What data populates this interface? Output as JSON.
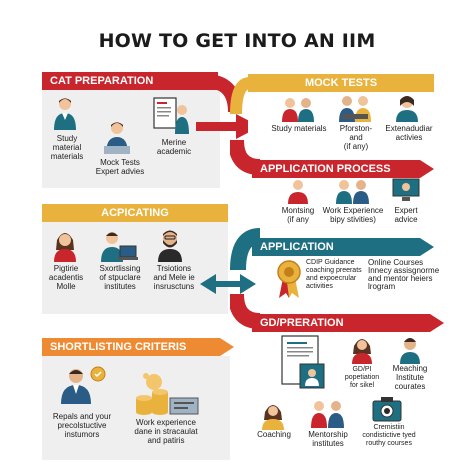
{
  "title": "HOW TO GET INTO AN IIM",
  "colors": {
    "red": "#c8262c",
    "teal": "#1f6f83",
    "yellow": "#e9b23d",
    "orange": "#ee8a32",
    "panel": "#efefef"
  },
  "cat_preparation": {
    "heading": "CAT PREPARATION",
    "items": [
      {
        "label": "Study\nmaterial\nmaterials",
        "icon": "student-icon"
      },
      {
        "label": "Mock Tests\nExpert advies",
        "icon": "teacher-icon"
      },
      {
        "label": "Merine\nacademic",
        "icon": "document-icon"
      }
    ]
  },
  "mock_tests": {
    "heading": "MOCK TESTS",
    "items": [
      {
        "label": "Study materials",
        "icon": "students-icon"
      },
      {
        "label": "Pforston-\nand\n(if any)",
        "icon": "students-icon"
      },
      {
        "label": "Extenadudiar\nactivies",
        "icon": "person-icon"
      }
    ]
  },
  "application_process": {
    "heading": "APPLICATION PROCESS",
    "items": [
      {
        "label": "Montsing\n(if any",
        "icon": "person-icon"
      },
      {
        "label": "Work Experience\nbipy stivities)",
        "icon": "group-icon"
      },
      {
        "label": "Expert\nadvice",
        "icon": "monitor-icon"
      }
    ]
  },
  "acpicating": {
    "heading": "ACPICATING",
    "items": [
      {
        "label": "Pigtirie\nacadentis\nMolle",
        "icon": "woman-icon"
      },
      {
        "label": "Sxortlissing\nof stpuclare\ninstitutes",
        "icon": "laptop-man-icon"
      },
      {
        "label": "Trsiotions\nand Mele ie\ninsrusctuns",
        "icon": "bearded-man-icon"
      }
    ]
  },
  "application": {
    "heading": "APPLICATION",
    "items": [
      {
        "label": "CDIP Guidance\ncoaching preerats\nand expoecrular\nactivities",
        "icon": "award-icon"
      },
      {
        "label": "Online Courses\nInnecy assisgnorme\nand mentor heiers\nlrogram",
        "icon": "none"
      }
    ]
  },
  "gd_preration": {
    "heading": "GD/PRERATION",
    "items": [
      {
        "label": "GD/PI\npopetiation\nfor sikel",
        "icon": "document-person-icon"
      },
      {
        "label": "Meaching\nInstitute\ncourates",
        "icon": "man-icon"
      },
      {
        "label": "Coaching",
        "icon": "woman-icon"
      },
      {
        "label": "Mentorship\ninstitutes",
        "icon": "group-icon"
      },
      {
        "label": "Cremistiin\ncondistictive tyed\nrouthy courses",
        "icon": "camera-icon"
      }
    ]
  },
  "shortlisting": {
    "heading": "SHORTLISTING CRITERIS",
    "items": [
      {
        "label": "Repals and your\nprecolstuctive\ninstumors",
        "icon": "man-icon"
      },
      {
        "label": "Work experience\ndane in stracaulat\nand patiris",
        "icon": "coins-icon"
      }
    ]
  }
}
